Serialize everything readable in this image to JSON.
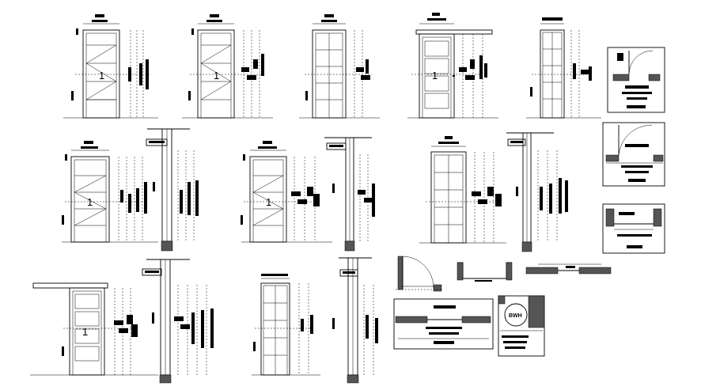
{
  "door_labels": {
    "d1": "1",
    "d2": "1",
    "d4": "1",
    "d6": "1",
    "d7": "1",
    "d11": "1"
  },
  "fixture_label": "BWH",
  "colors": {
    "line": "#000000",
    "hatch": "#555555",
    "background": "#ffffff"
  }
}
